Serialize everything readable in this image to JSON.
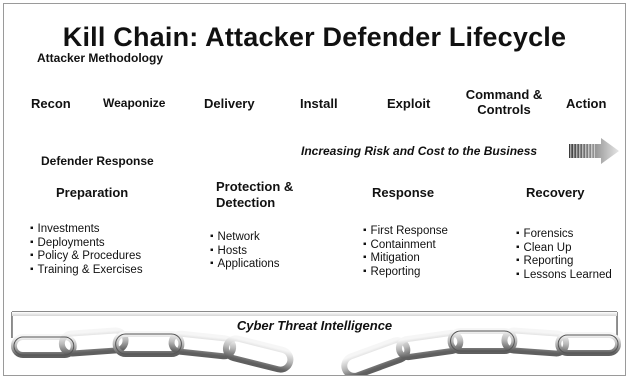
{
  "title": "Kill Chain: Attacker Defender Lifecycle",
  "attacker": {
    "heading": "Attacker Methodology",
    "phases": [
      "Recon",
      "Weaponize",
      "Delivery",
      "Install",
      "Exploit",
      "Command & Controls",
      "Action"
    ]
  },
  "risk_label": "Increasing Risk and Cost to the Business",
  "defender": {
    "heading": "Defender Response",
    "groups": [
      {
        "title": "Preparation",
        "items": [
          "Investments",
          "Deployments",
          "Policy & Procedures",
          "Training & Exercises"
        ]
      },
      {
        "title": "Protection & Detection",
        "items": [
          "Network",
          "Hosts",
          "Applications"
        ]
      },
      {
        "title": "Response",
        "items": [
          "First Response",
          "Containment",
          "Mitigation",
          "Reporting"
        ]
      },
      {
        "title": "Recovery",
        "items": [
          "Forensics",
          "Clean Up",
          "Reporting",
          "Lessons Learned"
        ]
      }
    ]
  },
  "footer_label": "Cyber Threat Intelligence",
  "colors": {
    "text": "#111111",
    "chain_light": "#f4f4f4",
    "chain_dark": "#6f6f6f",
    "arrow_light": "#e2e2e2",
    "arrow_dark": "#3a3a3a"
  }
}
